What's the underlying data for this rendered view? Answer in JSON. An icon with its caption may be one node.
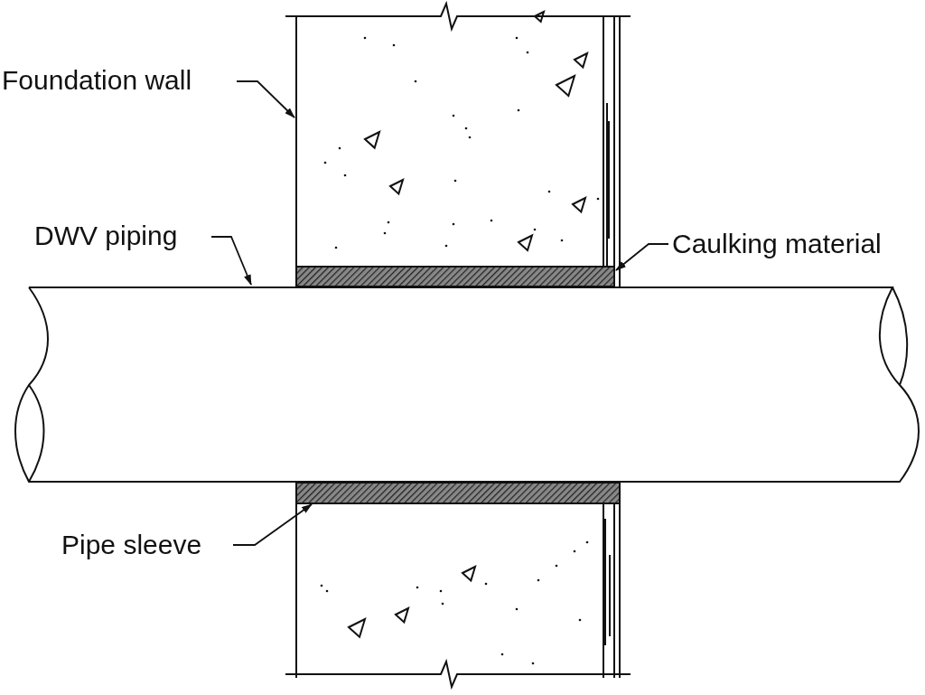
{
  "diagram": {
    "nodes": [
      {
        "text": [
          "Foundation wall"
        ]
      },
      {
        "text": [],
        "shape": "box"
      },
      {
        "text": [
          "DWV piping"
        ]
      },
      {
        "text": [],
        "shape": "cylinder"
      },
      {
        "text": [
          "Caulking material"
        ]
      },
      {
        "text": [],
        "shape": "bar",
        "in": 1
      },
      {
        "text": [
          "Pipe sleeve"
        ]
      },
      {
        "text": [],
        "shape": "bar",
        "in": 1
      }
    ],
    "edges": [
      {
        "from": 0,
        "to": 1,
        "arrow": "to"
      },
      {
        "from": 2,
        "to": 3,
        "arrow": "to"
      },
      {
        "from": 4,
        "to": 5,
        "arrow": "to"
      },
      {
        "from": 6,
        "to": 7,
        "arrow": "to"
      }
    ]
  }
}
